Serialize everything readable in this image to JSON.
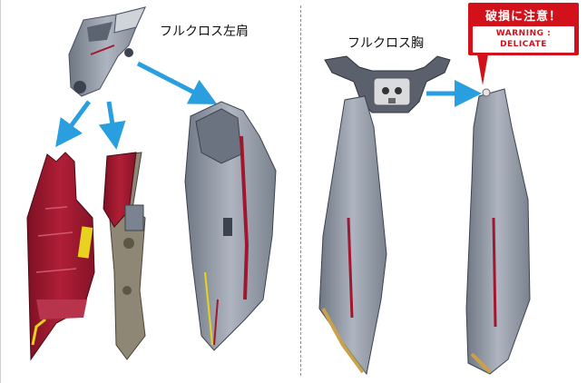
{
  "labels": {
    "shoulder": "フルクロス左肩",
    "chest": "フルクロス胸"
  },
  "warning": {
    "title": "破損に注意！",
    "line1": "WARNING :",
    "line2": "DELICATE"
  },
  "colors": {
    "arrow": "#2a9fe0",
    "warning_red": "#d3111a",
    "armor_gray": "#8e96a4",
    "armor_red": "#a1182e",
    "accent_yellow": "#e8d21f"
  }
}
